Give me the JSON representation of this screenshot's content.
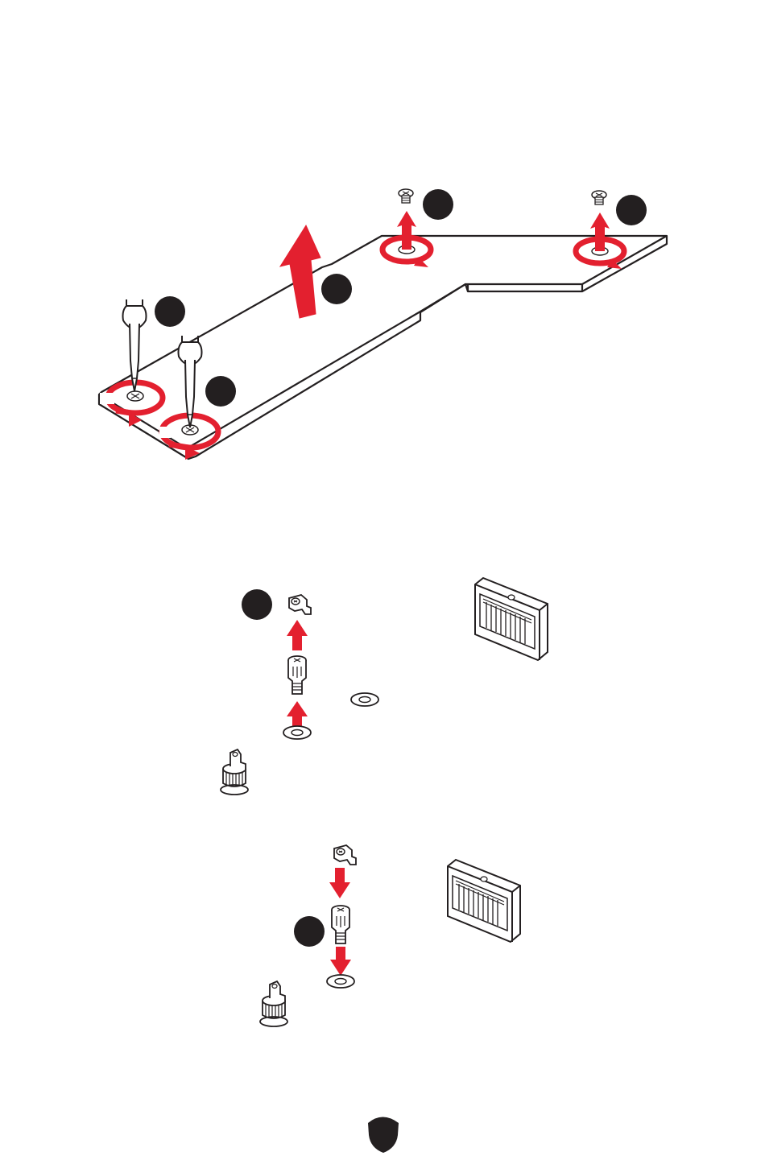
{
  "figure": {
    "type": "assembly-instruction-diagram",
    "colors": {
      "outline": "#231f20",
      "arrow": "#e3202f",
      "step_badge": "#231f20",
      "background": "#ffffff"
    },
    "panels": [
      {
        "id": "heatsink-removal",
        "parts": [
          "m2-shield-plate",
          "screwdriver",
          "screwdriver",
          "screw",
          "screw"
        ],
        "steps": 4
      },
      {
        "id": "standoff-removal",
        "parts": [
          "standoff-clip",
          "standoff",
          "m2-connector",
          "washer",
          "standoff-part"
        ],
        "steps": 1
      },
      {
        "id": "standoff-install",
        "parts": [
          "standoff-clip",
          "standoff",
          "m2-connector",
          "washer",
          "standoff-part"
        ],
        "steps": 1
      }
    ],
    "icons": [
      "screwdriver-icon",
      "screw-icon",
      "standoff-icon",
      "m2-connector-icon",
      "msi-shield-icon"
    ]
  }
}
